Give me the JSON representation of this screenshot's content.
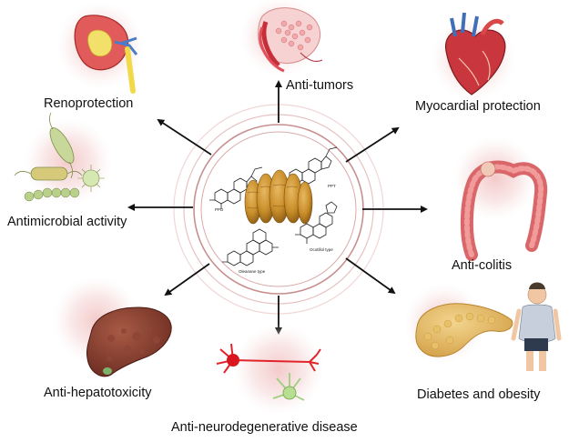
{
  "center": {
    "compound_labels": [
      "PPD",
      "PPT",
      "Oleanane type",
      "Ocotillol type"
    ]
  },
  "effects": [
    {
      "id": "renoprotection",
      "label": "Renoprotection",
      "icon": "kidney-icon"
    },
    {
      "id": "anti-tumors",
      "label": "Anti-tumors",
      "icon": "tumor-tissue-icon"
    },
    {
      "id": "myocardial-protection",
      "label": "Myocardial protection",
      "icon": "heart-icon"
    },
    {
      "id": "antimicrobial-activity",
      "label": "Antimicrobial activity",
      "icon": "microbes-icon"
    },
    {
      "id": "anti-colitis",
      "label": "Anti-colitis",
      "icon": "colon-icon"
    },
    {
      "id": "anti-hepatotoxicity",
      "label": "Anti-hepatotoxicity",
      "icon": "liver-icon"
    },
    {
      "id": "anti-neurodegenerative-disease",
      "label": "Anti-neurodegenerative disease",
      "icon": "neuron-icon"
    },
    {
      "id": "diabetes-and-obesity",
      "label": "Diabetes and obesity",
      "icon": "pancreas-person-icon"
    }
  ],
  "colors": {
    "ring": "#c88f8f",
    "halo": "#f0b8b8",
    "arrow": "#111111",
    "root": "#c98e2a"
  }
}
